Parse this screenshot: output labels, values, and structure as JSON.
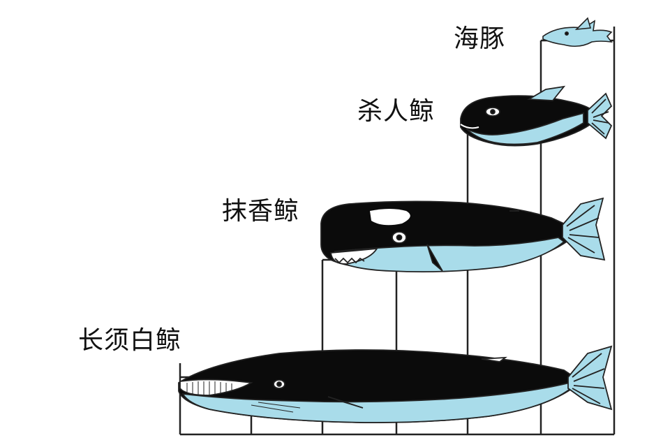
{
  "labels": {
    "dolphin": "海豚",
    "orca": "杀人鲸",
    "sperm_whale": "抹香鲸",
    "blue_whale": "长须白鲸"
  },
  "colors": {
    "whale_body": "#0b0b0b",
    "belly": "#a9dcea",
    "line": "#222222",
    "background": "#ffffff"
  },
  "icons": [
    "dolphin",
    "orca",
    "sperm-whale",
    "blue-whale"
  ]
}
